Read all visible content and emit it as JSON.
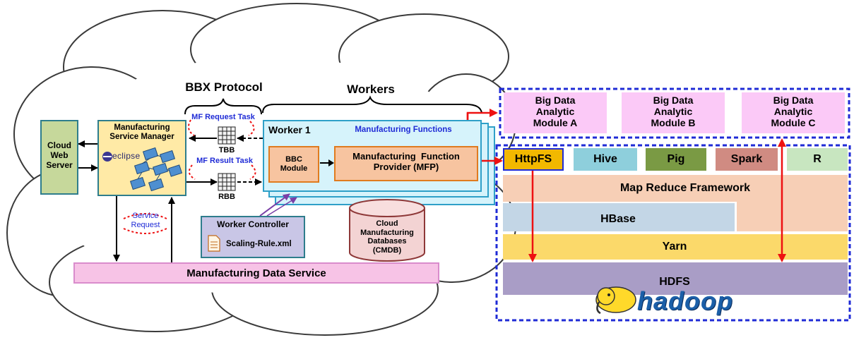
{
  "bbx": {
    "protocol": "BBX Protocol",
    "workers": "Workers",
    "mf_request_task": "MF Request Task",
    "mf_result_task": "MF Result Task",
    "tbb": "TBB",
    "rbb": "RBB",
    "service_request_line1": "Service",
    "service_request_line2": "Request"
  },
  "cloud_web_server": [
    "Cloud",
    "Web",
    "Server"
  ],
  "manager": {
    "title_line1": "Manufacturing",
    "title_line2": "Service Manager",
    "eclipse_logo": "eclipse"
  },
  "worker": {
    "title": "Worker 1",
    "functions": "Manufacturing Functions",
    "bbc_line1": "BBC",
    "bbc_line2": "Module",
    "mfp_line1": "Manufacturing  Function",
    "mfp_line2": "Provider (MFP)"
  },
  "worker_controller": {
    "title": "Worker Controller",
    "file": "Scaling-Rule.xml"
  },
  "cmdb": [
    "Cloud",
    "Manufacturing",
    "Databases",
    "(CMDB)"
  ],
  "data_service": "Manufacturing Data Service",
  "big_data": [
    {
      "line1": "Big Data",
      "line2": "Analytic",
      "line3": "Module A"
    },
    {
      "line1": "Big Data",
      "line2": "Analytic",
      "line3": "Module B"
    },
    {
      "line1": "Big Data",
      "line2": "Analytic",
      "line3": "Module C"
    }
  ],
  "hadoop_stack": {
    "httpfs": "HttpFS",
    "hive": "Hive",
    "pig": "Pig",
    "spark": "Spark",
    "r": "R",
    "mapreduce": "Map Reduce Framework",
    "hbase": "HBase",
    "yarn": "Yarn",
    "hdfs": "HDFS",
    "logo_text": "hadoop"
  },
  "colors": {
    "cloud_border": "#3a3a3a",
    "worker_fill": "#d6f3fb",
    "worker_border": "#2fa0c8",
    "manager_fill": "#ffeaa6",
    "mfp_fill": "#f7c4a0",
    "mfp_border": "#e07b1f",
    "data_service_fill": "#f7c3e6",
    "big_data_fill": "#fbc9f7",
    "dashed_blue": "#1f2bd6",
    "red_arrow": "#ee1111",
    "httpfs": "#f2b800",
    "hive": "#8ecfdc",
    "pig": "#7a9a44",
    "spark": "#d08b82",
    "r": "#c8e6c0",
    "mapreduce": "#f7cfb6",
    "hbase": "#c3d6e6",
    "yarn": "#fbd96a",
    "hdfs": "#a99dc6"
  }
}
